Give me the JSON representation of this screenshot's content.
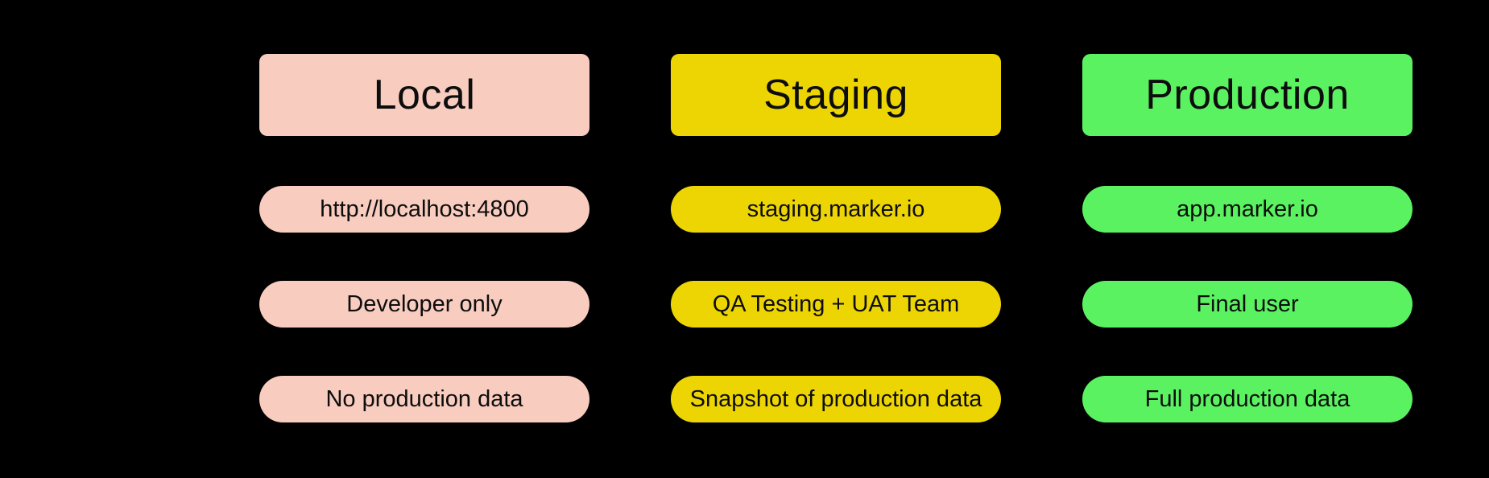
{
  "background_color": "#000000",
  "text_color": "#0d0d0d",
  "columns": [
    {
      "id": "local",
      "label": "Local",
      "color": "#F8CCBF",
      "rows": [
        "http://localhost:4800",
        "Developer only",
        "No production data"
      ]
    },
    {
      "id": "staging",
      "label": "Staging",
      "color": "#EDD503",
      "rows": [
        "staging.marker.io",
        "QA Testing + UAT Team",
        "Snapshot of production data"
      ]
    },
    {
      "id": "production",
      "label": "Production",
      "color": "#5BF261",
      "rows": [
        "app.marker.io",
        "Final user",
        "Full production data"
      ]
    }
  ]
}
